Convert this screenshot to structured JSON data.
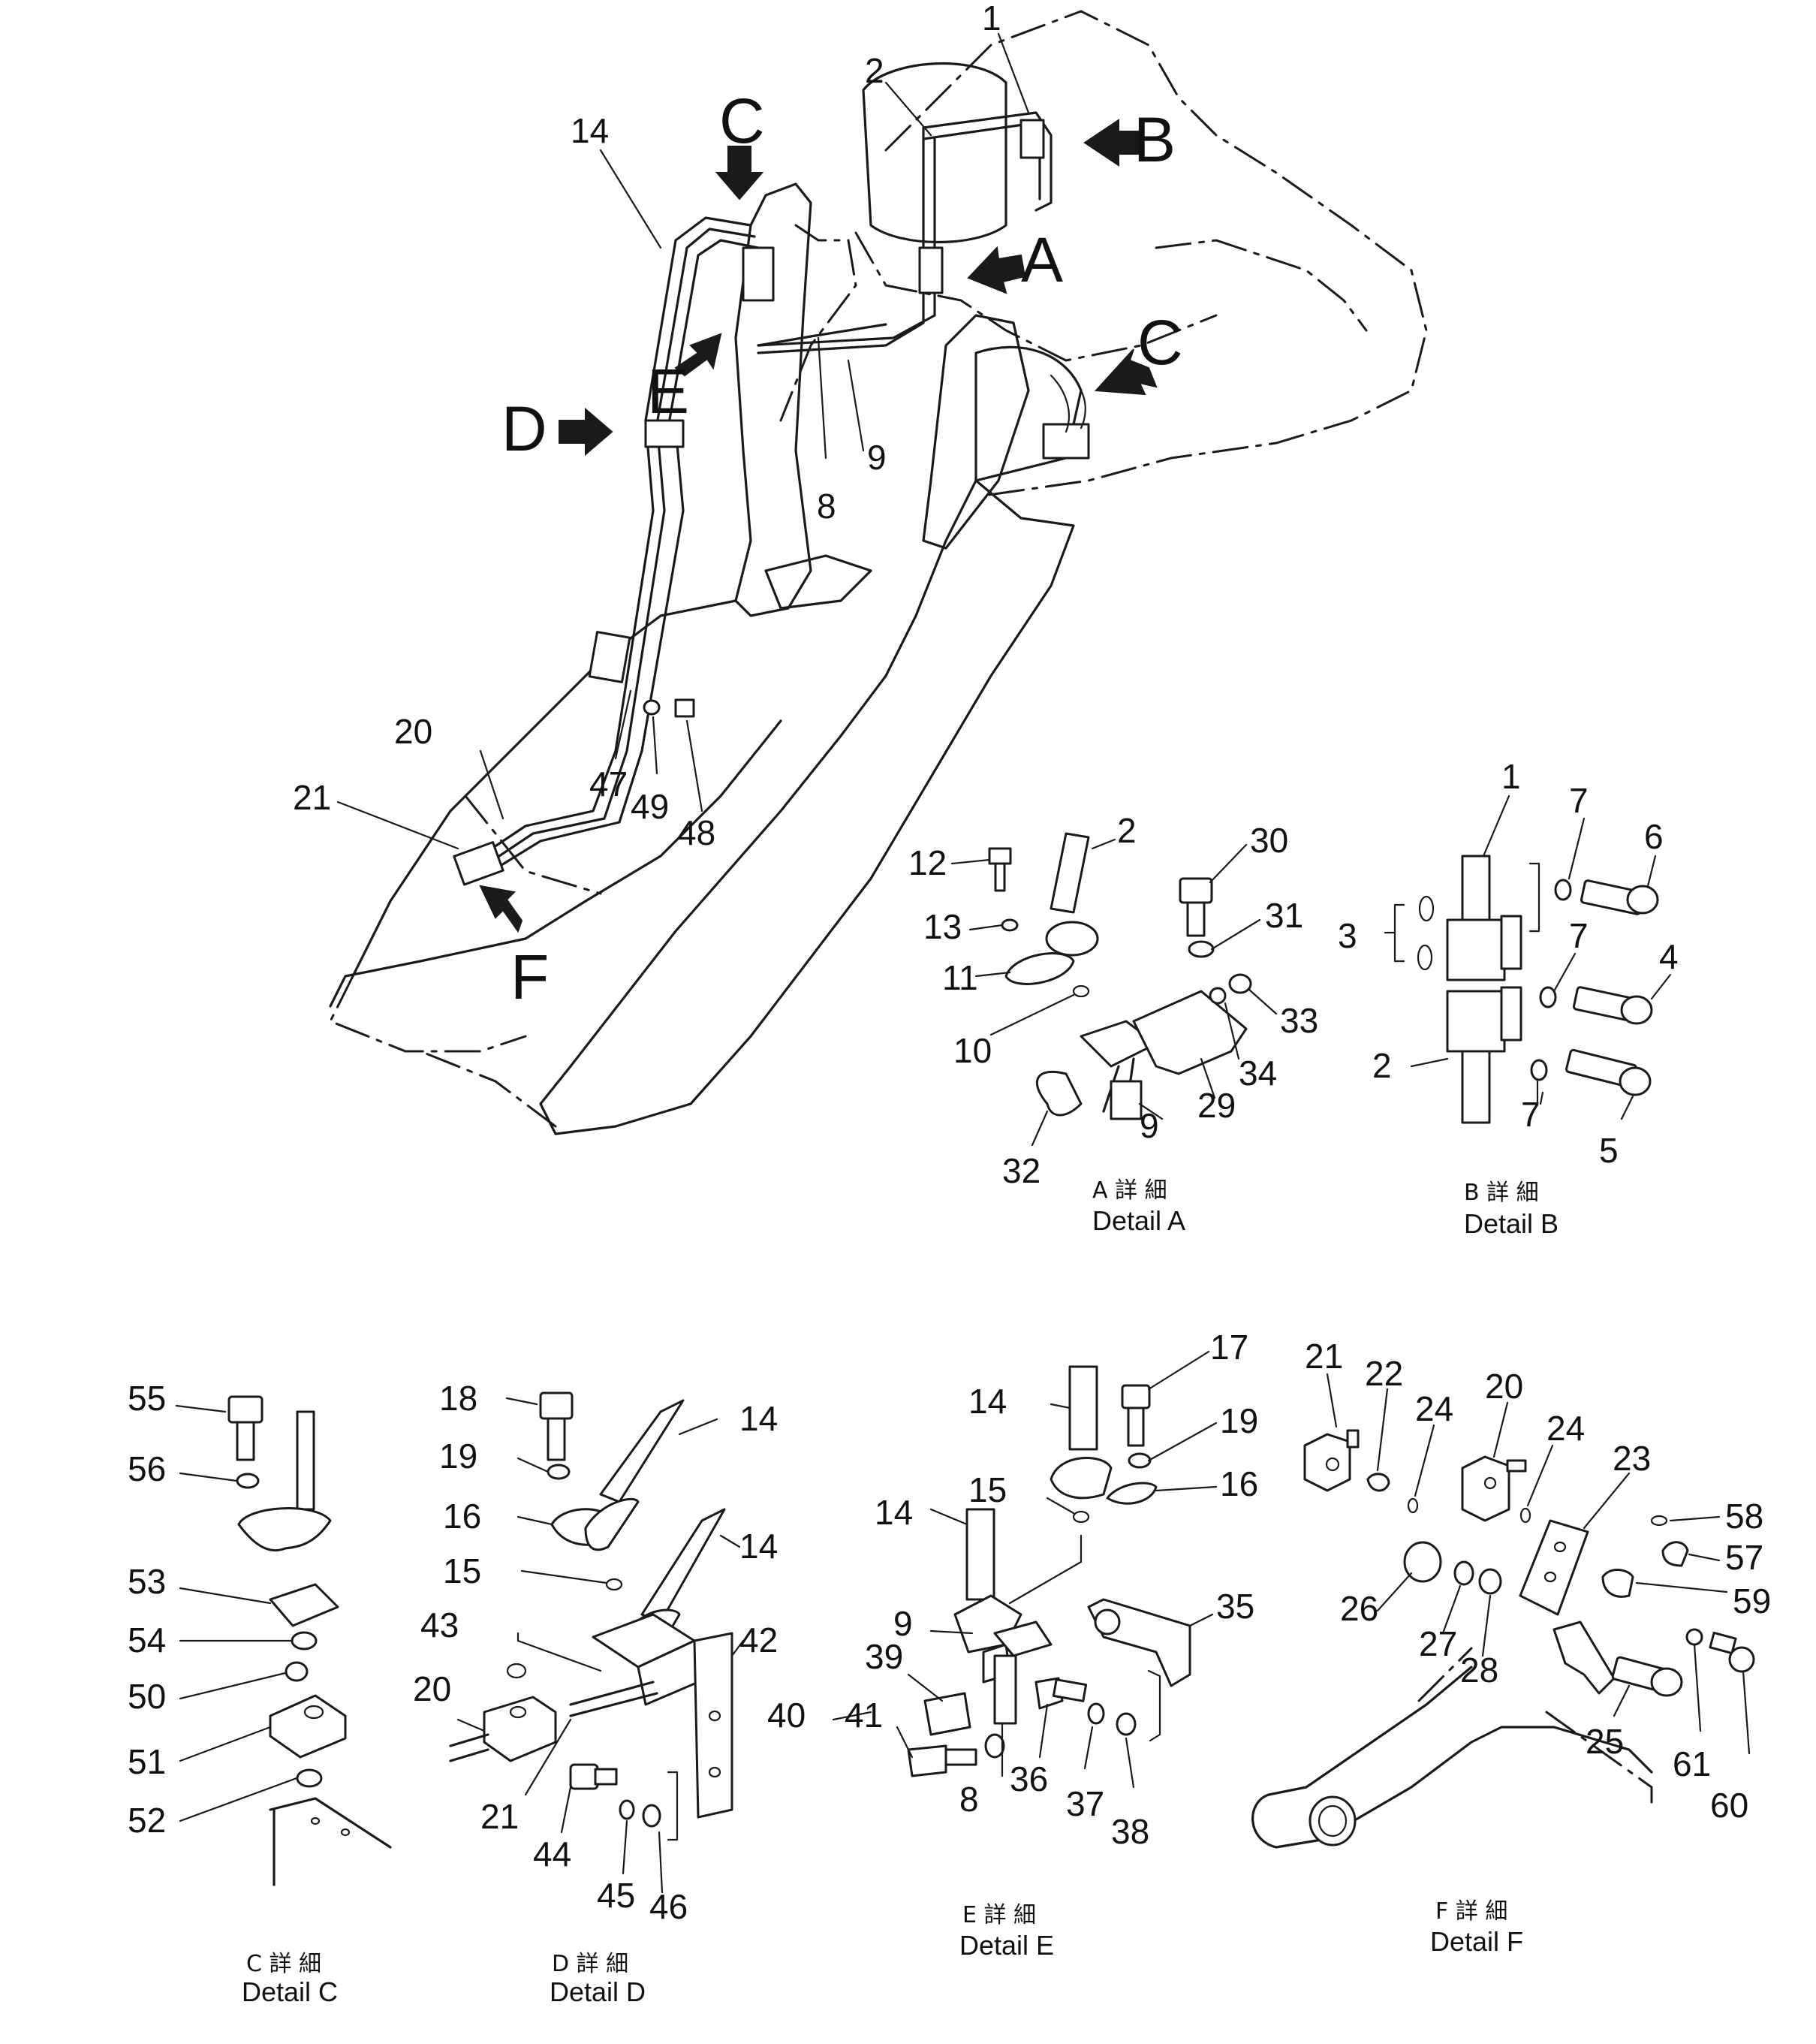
{
  "views": {
    "A": "A",
    "B": "B",
    "C": "C",
    "D": "D",
    "E": "E",
    "F": "F"
  },
  "details": {
    "A": {
      "jp": "A 詳 細",
      "en": "Detail A"
    },
    "B": {
      "jp": "B 詳 細",
      "en": "Detail B"
    },
    "C": {
      "jp": "C 詳 細",
      "en": "Detail C"
    },
    "D": {
      "jp": "D 詳 細",
      "en": "Detail D"
    },
    "E": {
      "jp": "E 詳 細",
      "en": "Detail E"
    },
    "F": {
      "jp": "F 詳 細",
      "en": "Detail F"
    }
  },
  "main_labels": {
    "p1": "1",
    "p2": "2",
    "p14": "14",
    "p8": "8",
    "p9": "9",
    "p20": "20",
    "p21": "21",
    "p47": "47",
    "p49": "49",
    "p48": "48"
  },
  "a_labels": {
    "p12": "12",
    "p2": "2",
    "p30": "30",
    "p13": "13",
    "p31": "31",
    "p11": "11",
    "p33": "33",
    "p10": "10",
    "p34": "34",
    "p29": "29",
    "p9": "9",
    "p32": "32"
  },
  "b_labels": {
    "p1": "1",
    "p7a": "7",
    "p6": "6",
    "p3": "3",
    "p7b": "7",
    "p4": "4",
    "p2": "2",
    "p7c": "7",
    "p5": "5"
  },
  "c_labels": {
    "p55": "55",
    "p56": "56",
    "p53": "53",
    "p54": "54",
    "p50": "50",
    "p51": "51",
    "p52": "52"
  },
  "d_labels": {
    "p18": "18",
    "p14a": "14",
    "p19": "19",
    "p16": "16",
    "p15": "15",
    "p14b": "14",
    "p43": "43",
    "p42": "42",
    "p20": "20",
    "p21": "21",
    "p44": "44",
    "p45": "45",
    "p46": "46"
  },
  "e_labels": {
    "p17": "17",
    "p14a": "14",
    "p19": "19",
    "p15": "15",
    "p16": "16",
    "p14b": "14",
    "p35": "35",
    "p9": "9",
    "p39": "39",
    "p41": "41",
    "p40": "40",
    "p36": "36",
    "p37": "37",
    "p38": "38",
    "p8": "8"
  },
  "f_labels": {
    "p21": "21",
    "p22": "22",
    "p24a": "24",
    "p20": "20",
    "p24b": "24",
    "p23": "23",
    "p58": "58",
    "p57": "57",
    "p59": "59",
    "p26": "26",
    "p27": "27",
    "p28": "28",
    "p25": "25",
    "p61": "61",
    "p60": "60"
  }
}
